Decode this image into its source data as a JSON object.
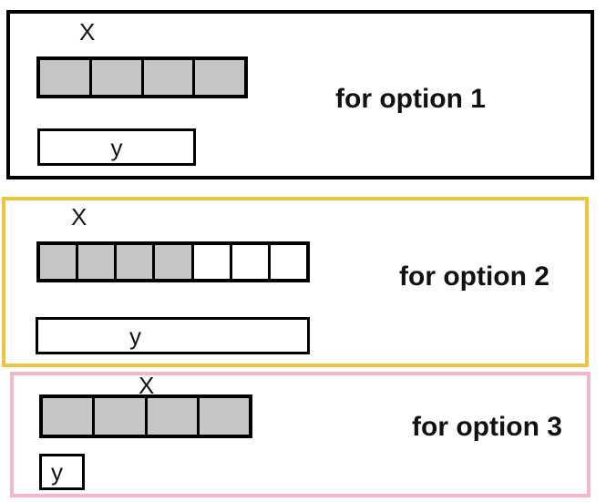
{
  "colors": {
    "panel1_border": "#000000",
    "panel2_border": "#edc63f",
    "panel3_border": "#f2b7cd",
    "filled_cell": "#c6c6c6",
    "bar_border": "#000000",
    "text": "#111111"
  },
  "panels": [
    {
      "label": "for option 1",
      "x_label": "X",
      "y_label": "y",
      "border_color": "#000000",
      "x_bar": {
        "segments": 4,
        "filled": 4
      }
    },
    {
      "label": "for option 2",
      "x_label": "X",
      "y_label": "y",
      "border_color": "#edc63f",
      "x_bar": {
        "segments": 7,
        "filled": 4
      }
    },
    {
      "label": "for option 3",
      "x_label": "X",
      "y_label": "y",
      "border_color": "#f2b7cd",
      "x_bar": {
        "segments": 4,
        "filled": 4
      }
    }
  ]
}
